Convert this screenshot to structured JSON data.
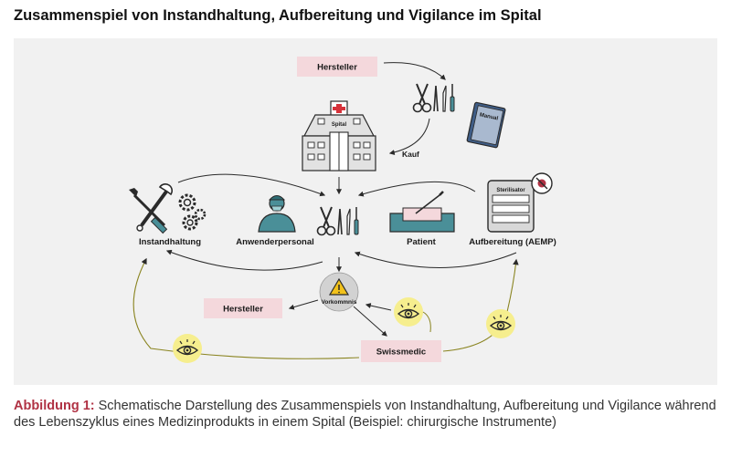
{
  "title": "Zusammenspiel von Instandhaltung, Aufbereitung und Vigilance im Spital",
  "diagram": {
    "nodes": {
      "hersteller_top": "Hersteller",
      "kauf": "Kauf",
      "spital": "Spital",
      "manual": "Manual",
      "instandhaltung": "Instandhaltung",
      "anwenderpersonal": "Anwenderpersonal",
      "patient": "Patient",
      "aufbereitung": "Aufbereitung (AEMP)",
      "sterilisator": "Sterilisator",
      "vorkommnis": "Vorkommnis",
      "hersteller_left": "Hersteller",
      "swissmedic": "Swissmedic"
    },
    "colors": {
      "box_fill": "#f4d8dc",
      "eye_circle": "#f6ee8e",
      "surgical_teal": "#4a8f98",
      "manual_blue": "#3f5d87",
      "arrow": "#2a2a2a",
      "vigilance_line": "#8a8420"
    }
  },
  "caption": {
    "lead": "Abbildung 1:",
    "text": " Schematische Darstellung des Zusammenspiels von Instandhaltung, Aufbereitung und Vigilance während des Lebenszyklus eines Medizinprodukts in einem Spital (Beispiel: chirurgische Instrumente)"
  }
}
